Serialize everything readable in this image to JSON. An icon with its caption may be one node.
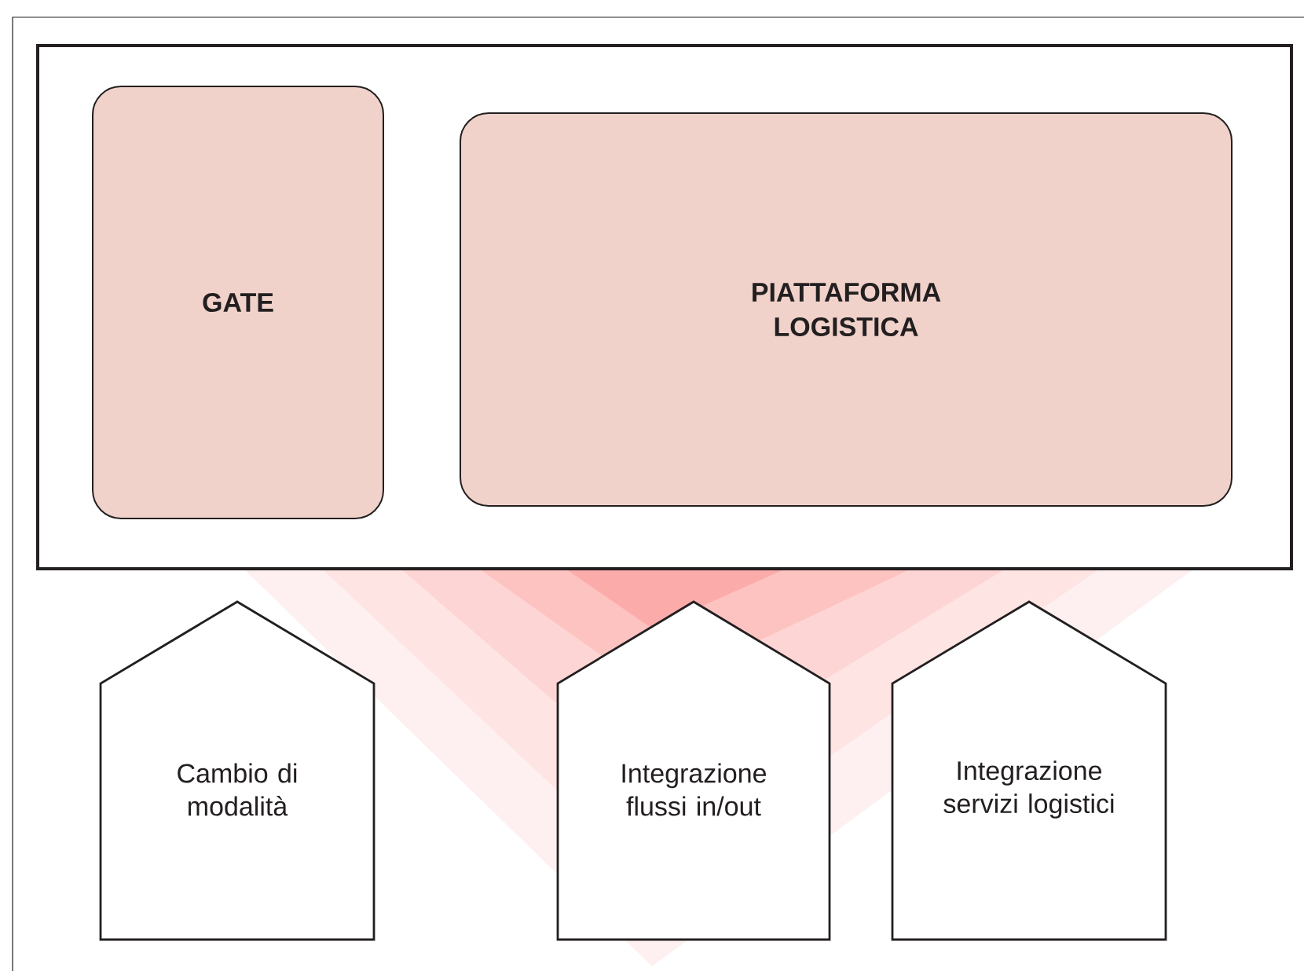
{
  "diagram": {
    "nodes": [
      {
        "text": [],
        "shape": "box"
      },
      {
        "text": [
          "GATE"
        ],
        "in": 0
      },
      {
        "text": [
          "PIATTAFORMA LOGISTICA"
        ],
        "in": 0
      },
      {
        "text": [
          "Cambio di modalità"
        ]
      },
      {
        "text": [
          "Integrazione flussi in/out"
        ]
      },
      {
        "text": [
          "Integrazione servizi logistici"
        ]
      }
    ]
  }
}
